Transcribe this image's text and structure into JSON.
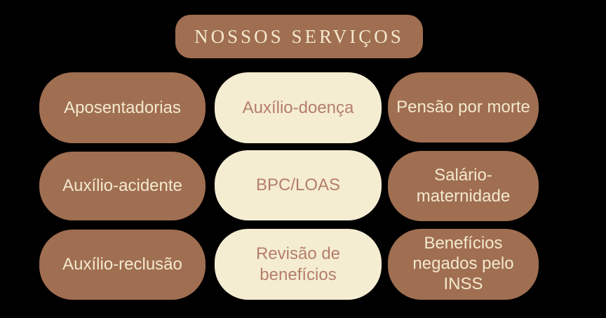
{
  "palette": {
    "background": "#000000",
    "brown": "#a06e51",
    "cream": "#f5edd2",
    "cream_text": "#f3e9ce",
    "rose_text": "#b47e69"
  },
  "title": {
    "label": "NOSSOS SERVIÇOS"
  },
  "services": [
    {
      "label": "Aposentadorias",
      "variant": "brown"
    },
    {
      "label": "Auxílio-doença",
      "variant": "cream"
    },
    {
      "label": "Pensão por morte",
      "variant": "brown"
    },
    {
      "label": "Auxílio-acidente",
      "variant": "brown"
    },
    {
      "label": "BPC/LOAS",
      "variant": "cream"
    },
    {
      "label": "Salário-maternidade",
      "variant": "brown"
    },
    {
      "label": "Auxílio-reclusão",
      "variant": "brown"
    },
    {
      "label": "Revisão de benefícios",
      "variant": "cream"
    },
    {
      "label": "Benefícios negados pelo INSS",
      "variant": "brown"
    }
  ]
}
